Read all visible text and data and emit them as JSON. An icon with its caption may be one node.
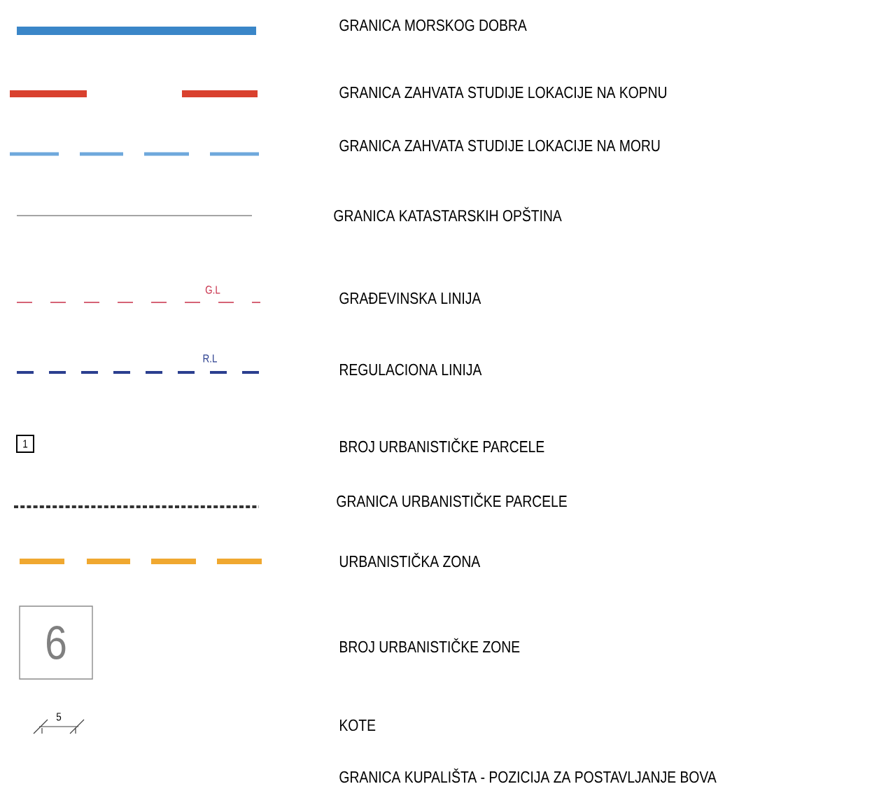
{
  "diagram": {
    "legend": [
      {
        "text": "GRANICA MORSKOG DOBRA"
      },
      {
        "text": "GRANICA ZAHVATA STUDIJE LOKACIJE NA KOPNU"
      },
      {
        "text": "GRANICA ZAHVATA STUDIJE LOKACIJE NA MORU"
      },
      {
        "text": "GRANICA KATASTARSKIH OPŠTINA"
      },
      {
        "text": "GRAĐEVINSKA LINIJA"
      },
      {
        "text": "REGULACIONA LINIJA"
      },
      {
        "text": "BROJ URBANISTIČKE PARCELE"
      },
      {
        "text": "GRANICA URBANISTIČKE PARCELE"
      },
      {
        "text": "URBANISTIČKA ZONA"
      },
      {
        "text": "BROJ URBANISTIČKE ZONE"
      },
      {
        "text": "KOTE"
      },
      {
        "text": "GRANICA KUPALIŠTA - POZICIJA ZA POSTAVLJANJE BOVA"
      }
    ],
    "labels": [
      "G.L",
      "R.L",
      "1",
      "6",
      "5"
    ]
  }
}
